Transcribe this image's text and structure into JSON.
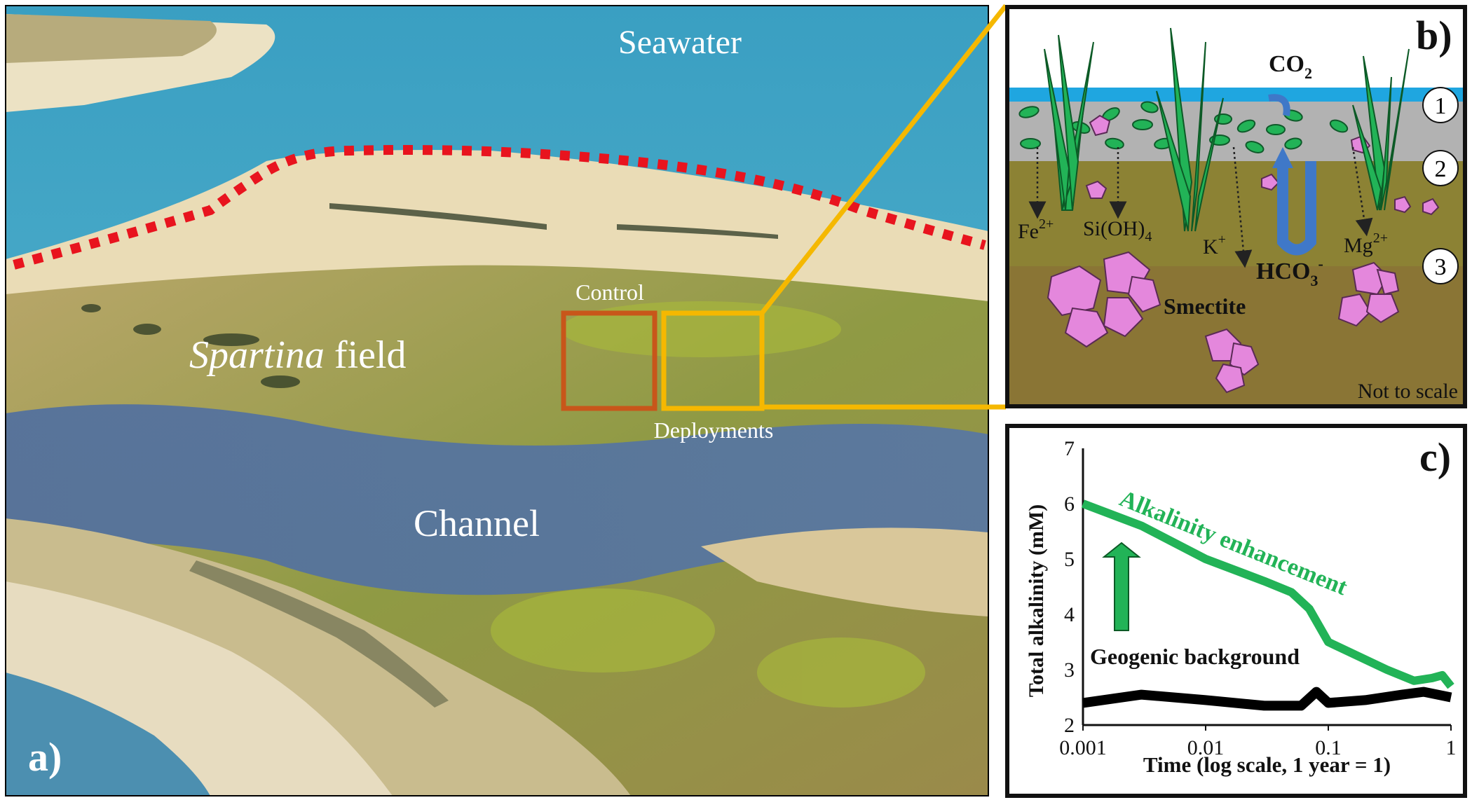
{
  "panel_a": {
    "label": "a)",
    "seawater": "Seawater",
    "spartina_italic": "Spartina",
    "spartina_rest": " field",
    "control": "Control",
    "deployments": "Deployments",
    "channel": "Channel"
  },
  "panel_b": {
    "label": "b)",
    "co2_main": "CO",
    "co2_sub": "2",
    "hco3_main": "HCO",
    "hco3_sub": "3",
    "hco3_sup": "-",
    "fe_main": "Fe",
    "fe_sup": "2+",
    "si_main": "Si(OH)",
    "si_sub": "4",
    "k_main": "K",
    "k_sup": "+",
    "mg_main": "Mg",
    "mg_sup": "2+",
    "smectite": "Smectite",
    "layers": [
      "1",
      "2",
      "3"
    ],
    "note": "Not to scale"
  },
  "panel_c": {
    "label": "c)",
    "enhancement": "Alkalinity enhancement",
    "background": "Geogenic background"
  },
  "colors": {
    "zoom_box": "#f5b800",
    "control_box": "#c8561a",
    "dotted_line": "#e8141e",
    "enhancement": "#22b357",
    "background": "#000000",
    "arrow": "#3f78c8"
  },
  "chart_data": {
    "type": "line",
    "xlabel": "Time (log scale, 1 year = 1)",
    "ylabel": "Total alkalinity (mM)",
    "xscale": "log",
    "xlim": [
      0.001,
      1
    ],
    "ylim": [
      2,
      7
    ],
    "xticks": [
      "0.001",
      "0.01",
      "0.1",
      "1"
    ],
    "yticks": [
      "2",
      "3",
      "4",
      "5",
      "6",
      "7"
    ],
    "series": [
      {
        "name": "Alkalinity enhancement",
        "x": [
          0.001,
          0.003,
          0.01,
          0.03,
          0.05,
          0.07,
          0.1,
          0.3,
          0.5,
          0.7,
          0.85,
          1.0
        ],
        "y": [
          6.0,
          5.6,
          5.0,
          4.6,
          4.4,
          4.1,
          3.5,
          3.0,
          2.8,
          2.85,
          2.9,
          2.7
        ]
      },
      {
        "name": "Geogenic background",
        "x": [
          0.001,
          0.003,
          0.01,
          0.03,
          0.06,
          0.08,
          0.1,
          0.2,
          0.4,
          0.6,
          1.0
        ],
        "y": [
          2.4,
          2.55,
          2.45,
          2.35,
          2.35,
          2.6,
          2.4,
          2.45,
          2.55,
          2.6,
          2.5
        ]
      }
    ],
    "grid": false,
    "legend": "none (inline labels)"
  }
}
